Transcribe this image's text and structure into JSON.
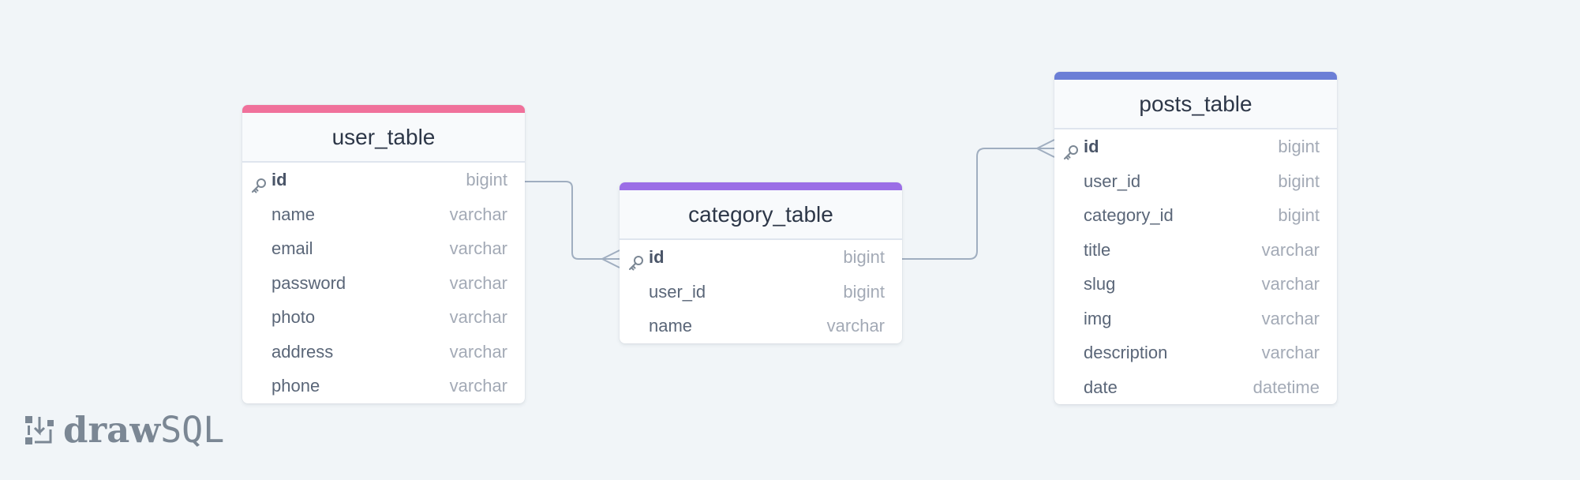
{
  "tables": [
    {
      "name": "user_table",
      "accent": "#f0719b",
      "columns": [
        {
          "name": "id",
          "type": "bigint",
          "pk": true
        },
        {
          "name": "name",
          "type": "varchar",
          "pk": false
        },
        {
          "name": "email",
          "type": "varchar",
          "pk": false
        },
        {
          "name": "password",
          "type": "varchar",
          "pk": false
        },
        {
          "name": "photo",
          "type": "varchar",
          "pk": false
        },
        {
          "name": "address",
          "type": "varchar",
          "pk": false
        },
        {
          "name": "phone",
          "type": "varchar",
          "pk": false
        }
      ]
    },
    {
      "name": "category_table",
      "accent": "#9b6ee6",
      "columns": [
        {
          "name": "id",
          "type": "bigint",
          "pk": true
        },
        {
          "name": "user_id",
          "type": "bigint",
          "pk": false
        },
        {
          "name": "name",
          "type": "varchar",
          "pk": false
        }
      ]
    },
    {
      "name": "posts_table",
      "accent": "#6b7ed6",
      "columns": [
        {
          "name": "id",
          "type": "bigint",
          "pk": true
        },
        {
          "name": "user_id",
          "type": "bigint",
          "pk": false
        },
        {
          "name": "category_id",
          "type": "bigint",
          "pk": false
        },
        {
          "name": "title",
          "type": "varchar",
          "pk": false
        },
        {
          "name": "slug",
          "type": "varchar",
          "pk": false
        },
        {
          "name": "img",
          "type": "varchar",
          "pk": false
        },
        {
          "name": "description",
          "type": "varchar",
          "pk": false
        },
        {
          "name": "date",
          "type": "datetime",
          "pk": false
        }
      ]
    }
  ],
  "relationships": [
    {
      "from": "user_table.id",
      "to": "category_table.id",
      "cardinality": "one-to-many"
    },
    {
      "from": "category_table.id",
      "to": "posts_table.id",
      "cardinality": "one-to-many"
    }
  ],
  "logo": {
    "bold": "draw",
    "light": "SQL"
  },
  "colors": {
    "background": "#f1f5f8",
    "connector": "#a0aec0",
    "logo": "#7b8794"
  },
  "icons": {
    "primary_key": "key-icon",
    "logo_mark": "drawsql-logo-icon"
  }
}
